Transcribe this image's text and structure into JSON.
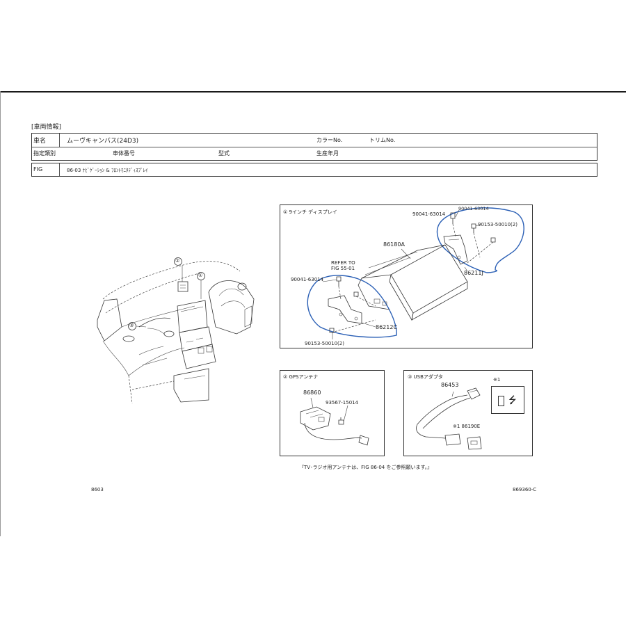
{
  "section_label": "[車両情報]",
  "vehicle_table": {
    "row1": {
      "name_label": "車名",
      "name_value": "ムーヴキャンバス(24D3)",
      "color_label": "カラーNo.",
      "trim_label": "トリムNo."
    },
    "row2": {
      "designation_label": "指定類別",
      "body_no_label": "車体番号",
      "model_label": "型式",
      "production_label": "生産年月"
    }
  },
  "fig_row": {
    "label": "FIG",
    "value": "86-03 ﾅﾋﾞｹﾞｰｼｮﾝ & ﾌﾛﾝﾄﾓﾆﾀﾃﾞｨｽﾌﾟﾚｲ"
  },
  "overview_callouts": [
    "①",
    "②",
    "③"
  ],
  "panel_display": {
    "title": "① 9インチ ディスプレイ",
    "parts": {
      "p_86180a": "86180A",
      "p_86211j": "86211J",
      "p_86212c": "86212C",
      "screw_a_top": "90041-63014",
      "screw_a_top2": "90041-63014",
      "screw_b_top": "90153-50010(2)",
      "screw_a_left": "90041-63014",
      "screw_b_bottom": "90153-50010(2)",
      "refer_line1": "REFER TO",
      "refer_line2": "FIG  55-01"
    }
  },
  "panel_gps": {
    "title": "② GPSアンテナ",
    "parts": {
      "p_86860": "86860",
      "screw": "93567-15014"
    }
  },
  "panel_usb": {
    "title": "③ USBアダプタ",
    "note_mark": "※1",
    "parts": {
      "p_86453": "86453",
      "p_86190e": "※1 86190E"
    }
  },
  "footnote": "『TV･ラジオ用アンテナは、FIG 86-04 をご参照願います。』",
  "page_code_left": "8603",
  "page_code_right": "869360-C"
}
